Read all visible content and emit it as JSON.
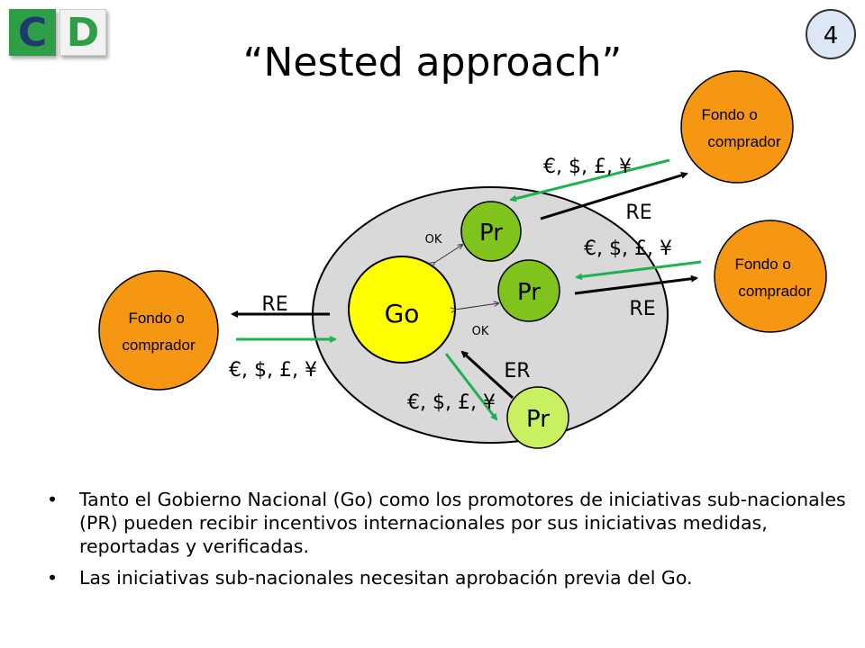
{
  "logo": {
    "letter1": "C",
    "letter2": "D"
  },
  "page_number": "4",
  "title": "“Nested approach”",
  "colors": {
    "go_fill": "#ffff00",
    "pr_fill_dark": "#7fc31c",
    "pr_fill_light": "#c8f060",
    "fondo_fill": "#f59712",
    "outer_fill": "#d9d9d9",
    "payment_arrow": "#1fb050",
    "report_arrow": "#000000"
  },
  "nodes": {
    "go": "Go",
    "pr_top": "Pr",
    "pr_mid": "Pr",
    "pr_bottom": "Pr",
    "fondo_left": [
      "Fondo o",
      "comprador"
    ],
    "fondo_top_right": [
      "Fondo o",
      "comprador"
    ],
    "fondo_mid_right": [
      "Fondo o",
      "comprador"
    ]
  },
  "labels": {
    "currency": "€, $, £, ¥",
    "re": "RE",
    "er": "ER",
    "ok": "OK"
  },
  "bullets": [
    "Tanto el Gobierno Nacional (Go) como los promotores de iniciativas sub-nacionales (PR) pueden recibir incentivos internacionales por sus iniciativas medidas, reportadas y verificadas.",
    "Las iniciativas sub-nacionales necesitan aprobación previa del Go."
  ]
}
